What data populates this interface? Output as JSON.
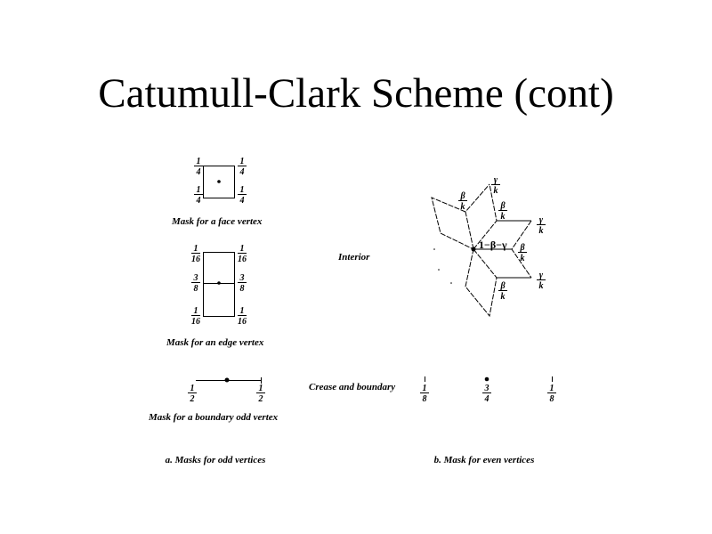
{
  "title": "Catumull-Clark Scheme (cont)",
  "face_mask": {
    "fractions": [
      {
        "n": "1",
        "d": "4"
      },
      {
        "n": "1",
        "d": "4"
      },
      {
        "n": "1",
        "d": "4"
      },
      {
        "n": "1",
        "d": "4"
      }
    ],
    "caption": "Mask for a face vertex"
  },
  "edge_mask": {
    "fractions": [
      {
        "n": "1",
        "d": "16"
      },
      {
        "n": "1",
        "d": "16"
      },
      {
        "n": "3",
        "d": "8"
      },
      {
        "n": "3",
        "d": "8"
      },
      {
        "n": "1",
        "d": "16"
      },
      {
        "n": "1",
        "d": "16"
      }
    ],
    "caption": "Mask for an edge vertex"
  },
  "boundary_odd_mask": {
    "fractions": [
      {
        "n": "1",
        "d": "2"
      },
      {
        "n": "1",
        "d": "2"
      }
    ],
    "caption": "Mask for a boundary odd  vertex"
  },
  "interior": {
    "label": "Interior",
    "center_weight": "1−β−γ",
    "fractions": [
      {
        "n": "β",
        "d": "k"
      },
      {
        "n": "γ",
        "d": "k"
      },
      {
        "n": "β",
        "d": "k"
      },
      {
        "n": "γ",
        "d": "k"
      },
      {
        "n": "β",
        "d": "k"
      },
      {
        "n": "γ",
        "d": "k"
      },
      {
        "n": "β",
        "d": "k"
      }
    ]
  },
  "crease": {
    "label": "Crease and boundary",
    "fractions": [
      {
        "n": "1",
        "d": "8"
      },
      {
        "n": "3",
        "d": "4"
      },
      {
        "n": "1",
        "d": "8"
      }
    ]
  },
  "captions": {
    "odd": "a. Masks for odd vertices",
    "even": "b. Mask for even vertices"
  }
}
